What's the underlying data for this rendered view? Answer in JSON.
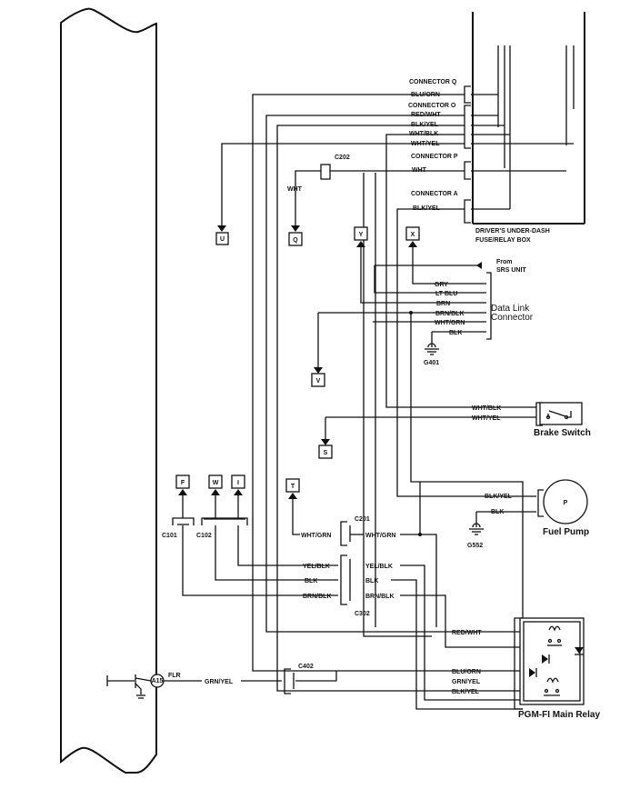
{
  "diagram": {
    "fuse_box": {
      "label_line1": "DRIVER'S UNDER-DASH",
      "label_line2": "FUSE/RELAY BOX",
      "connectors": [
        {
          "name": "CONNECTOR Q",
          "wires": [
            "BLU/ORN"
          ]
        },
        {
          "name": "CONNECTOR O",
          "wires": [
            "RED/WHT",
            "BLK/YEL",
            "WHT/BLK",
            "WHT/YEL"
          ]
        },
        {
          "name": "CONNECTOR P",
          "wires": [
            "WHT"
          ]
        },
        {
          "name": "CONNECTOR A",
          "wires": [
            "BLK/YEL"
          ]
        }
      ]
    },
    "c202": {
      "label": "C202",
      "wire": "WHT"
    },
    "refs": {
      "U": "U",
      "Q": "Q",
      "Y": "Y",
      "X": "X",
      "V": "V",
      "S": "S",
      "F": "F",
      "W": "W",
      "I": "I",
      "T": "T"
    },
    "srs": {
      "line1": "From",
      "line2": "SRS UNIT"
    },
    "data_link": {
      "label_line1": "Data Link",
      "label_line2": "Connector",
      "wires": [
        "GRY",
        "LT BLU",
        "BRN",
        "BRN/BLK",
        "WHT/GRN",
        "BLK"
      ],
      "ground": "G401"
    },
    "brake_switch": {
      "label": "Brake Switch",
      "wires": [
        "WHT/BLK",
        "WHT/YEL"
      ]
    },
    "fuel_pump": {
      "label": "Fuel Pump",
      "symbol": "P",
      "wires": [
        "BLK/YEL",
        "BLK"
      ],
      "ground": "G552"
    },
    "c101": {
      "label": "C101"
    },
    "c102": {
      "label": "C102"
    },
    "c201": {
      "label": "C201",
      "wire_left": "WHT/GRN",
      "wire_right": "WHT/GRN"
    },
    "c302": {
      "label": "C302",
      "left_wires": [
        "YEL/BLK",
        "BLK",
        "BRN/BLK"
      ],
      "right_wires": [
        "YEL/BLK",
        "BLK",
        "BRN/BLK"
      ]
    },
    "main_relay": {
      "label": "PGM-FI Main Relay",
      "wires": [
        "RED/WHT",
        "BLU/ORN",
        "GRN/YEL",
        "BLK/YEL"
      ]
    },
    "ecm": {
      "pin": "A15",
      "pin_name": "FLR",
      "wire": "GRN/YEL"
    },
    "c402": {
      "label": "C402"
    }
  }
}
